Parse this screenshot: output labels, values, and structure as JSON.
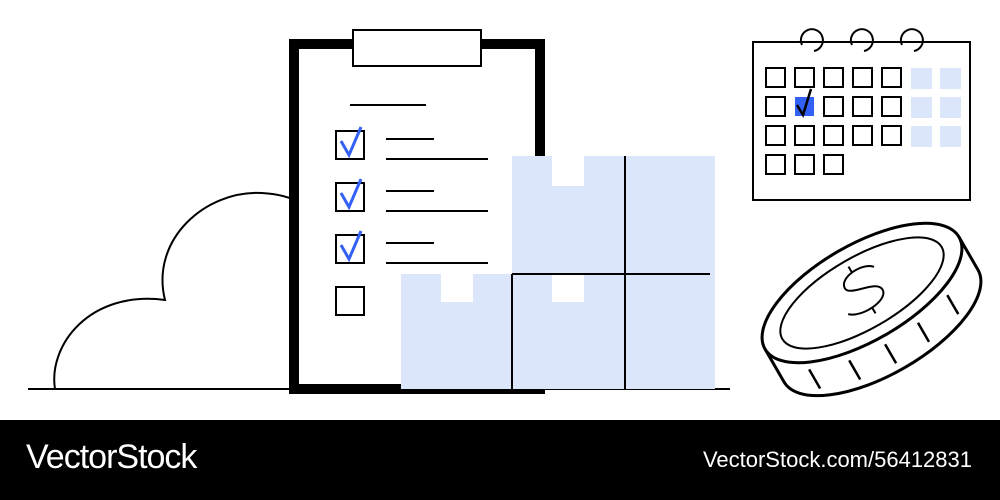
{
  "footer": {
    "brand": "VectorStock",
    "stock_id": "VectorStock.com/56412831"
  },
  "illustration": {
    "subjects": [
      "cloud-icon",
      "clipboard-icon",
      "box-icon",
      "calendar-icon",
      "coin-icon"
    ],
    "checklist": [
      {
        "checked": true
      },
      {
        "checked": true
      },
      {
        "checked": true
      },
      {
        "checked": false
      }
    ],
    "calendar": {
      "rings": 3,
      "checked_day_row": 2,
      "checked_day_col": 2
    },
    "colors": {
      "line": "#000000",
      "accent_blue": "#3461f5",
      "box_fill": "#dbe6fb",
      "footer_bg": "#000000",
      "footer_text": "#ffffff"
    }
  }
}
